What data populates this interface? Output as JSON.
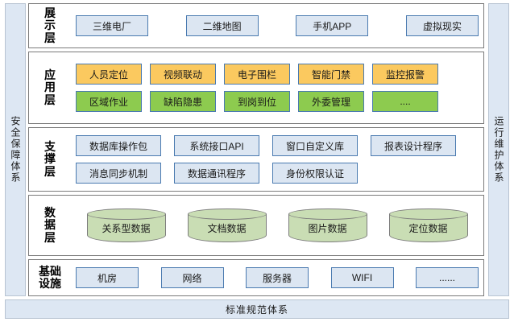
{
  "rails": {
    "left": {
      "name": "security-assurance-rail",
      "text": "安全保障体系"
    },
    "right": {
      "name": "operation-maintenance-rail",
      "text": "运行维护体系"
    }
  },
  "bottom_bar": {
    "text": "标准规范体系"
  },
  "layers": [
    {
      "id": "presentation",
      "title_chars": [
        "展",
        "示",
        "层"
      ],
      "title_text": "展示层",
      "rows": [
        {
          "nodes": [
            {
              "label": "三维电厂",
              "style": "blue"
            },
            {
              "label": "二维地图",
              "style": "blue"
            },
            {
              "label": "手机APP",
              "style": "blue"
            },
            {
              "label": "虚拟现实",
              "style": "blue"
            }
          ]
        }
      ]
    },
    {
      "id": "application",
      "title_chars": [
        "应",
        "用",
        "层"
      ],
      "title_text": "应用层",
      "rows": [
        {
          "nodes": [
            {
              "label": "人员定位",
              "style": "orange"
            },
            {
              "label": "视频联动",
              "style": "orange"
            },
            {
              "label": "电子围栏",
              "style": "orange"
            },
            {
              "label": "智能门禁",
              "style": "orange"
            },
            {
              "label": "监控报警",
              "style": "orange"
            }
          ]
        },
        {
          "nodes": [
            {
              "label": "区域作业",
              "style": "green"
            },
            {
              "label": "缺陷隐患",
              "style": "green"
            },
            {
              "label": "到岗到位",
              "style": "green"
            },
            {
              "label": "外委管理",
              "style": "green"
            },
            {
              "label": "....",
              "style": "green"
            }
          ]
        }
      ]
    },
    {
      "id": "support",
      "title_chars": [
        "支",
        "撑",
        "层"
      ],
      "title_text": "支撑层",
      "rows": [
        {
          "nodes": [
            {
              "label": "数据库操作包",
              "style": "blue"
            },
            {
              "label": "系统接口API",
              "style": "blue"
            },
            {
              "label": "窗口自定义库",
              "style": "blue"
            },
            {
              "label": "报表设计程序",
              "style": "blue"
            }
          ]
        },
        {
          "nodes": [
            {
              "label": "消息同步机制",
              "style": "blue"
            },
            {
              "label": "数据通讯程序",
              "style": "blue"
            },
            {
              "label": "身份权限认证",
              "style": "blue"
            },
            {
              "label": "",
              "style": "plain"
            }
          ]
        }
      ]
    },
    {
      "id": "data",
      "title_chars": [
        "数",
        "据",
        "层"
      ],
      "title_text": "数据层",
      "cylinders": [
        {
          "label": "关系型数据"
        },
        {
          "label": "文档数据"
        },
        {
          "label": "图片数据"
        },
        {
          "label": "定位数据"
        }
      ]
    },
    {
      "id": "infrastructure",
      "title_chars": [
        "基",
        "础",
        "设",
        "施"
      ],
      "title_text": "基础设施",
      "rows": [
        {
          "nodes": [
            {
              "label": "机房",
              "style": "blue"
            },
            {
              "label": "网络",
              "style": "blue"
            },
            {
              "label": "服务器",
              "style": "blue"
            },
            {
              "label": "WIFI",
              "style": "blue"
            },
            {
              "label": "......",
              "style": "blue"
            }
          ]
        }
      ]
    }
  ],
  "colors": {
    "rail_fill": "#dde7f3",
    "rail_border": "#b8c4d2",
    "node_blue_fill": "#dce6f2",
    "node_blue_border": "#4a7ab0",
    "node_orange_fill": "#fbc95f",
    "node_green_fill": "#8dcb4f",
    "cylinder_fill": "#c9ddb4",
    "cylinder_border": "#7d7d7d",
    "layer_border": "#7a7a7a"
  }
}
